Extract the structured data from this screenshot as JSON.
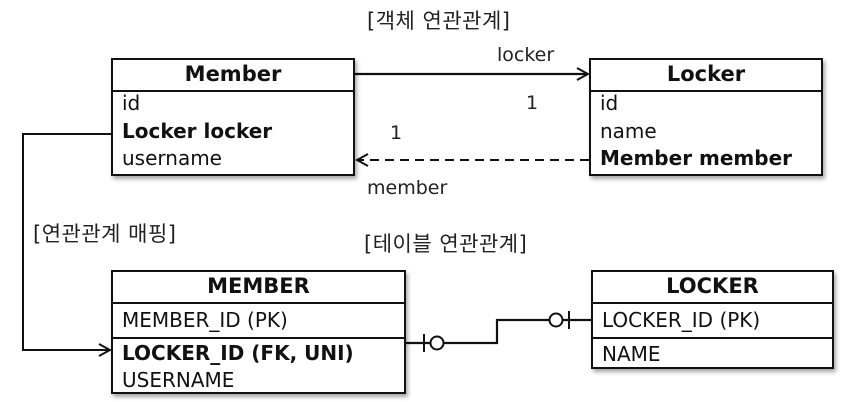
{
  "titles": {
    "object_relation": "[객체 연관관계]",
    "relation_mapping": "[연관관계 매핑]",
    "table_relation": "[테이블 연관관계]"
  },
  "object_model": {
    "member": {
      "name": "Member",
      "fields": [
        {
          "text": "id",
          "bold": false
        },
        {
          "text": "Locker locker",
          "bold": true
        },
        {
          "text": "username",
          "bold": false
        }
      ]
    },
    "locker": {
      "name": "Locker",
      "fields": [
        {
          "text": "id",
          "bold": false
        },
        {
          "text": "name",
          "bold": false
        },
        {
          "text": "Member member",
          "bold": true
        }
      ]
    },
    "associations": [
      {
        "from": "Member",
        "to": "Locker",
        "style": "solid",
        "role": "locker",
        "multiplicity": "1"
      },
      {
        "from": "Locker",
        "to": "Member",
        "style": "dashed",
        "role": "member",
        "multiplicity": "1"
      }
    ]
  },
  "table_model": {
    "member_table": {
      "name": "MEMBER",
      "pk": "MEMBER_ID (PK)",
      "columns": [
        {
          "text": "LOCKER_ID (FK, UNI)",
          "bold": true
        },
        {
          "text": "USERNAME",
          "bold": false
        }
      ]
    },
    "locker_table": {
      "name": "LOCKER",
      "pk": "LOCKER_ID (PK)",
      "columns": [
        {
          "text": "NAME",
          "bold": false
        }
      ]
    },
    "relationship": {
      "from": "MEMBER.LOCKER_ID",
      "to": "LOCKER.LOCKER_ID",
      "cardinality": "zero-or-one to zero-or-one"
    }
  }
}
